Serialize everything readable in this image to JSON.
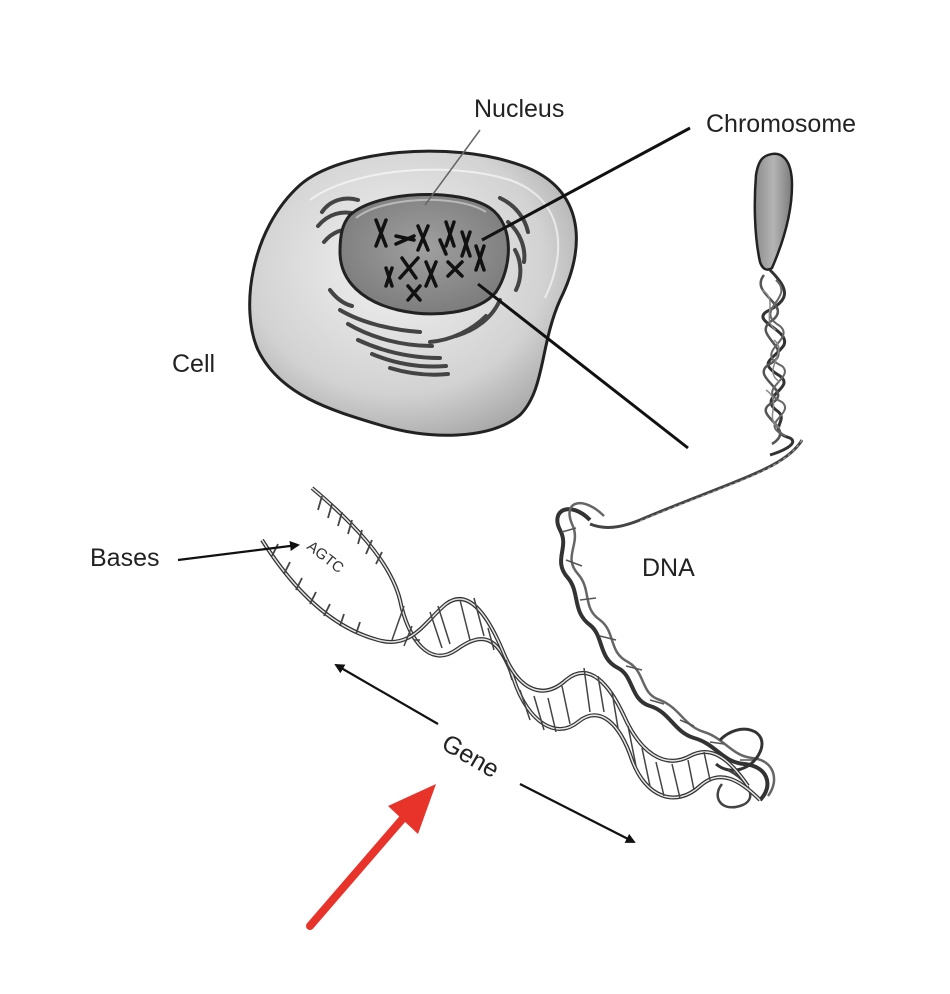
{
  "labels": {
    "nucleus": "Nucleus",
    "chromosome": "Chromosome",
    "cell": "Cell",
    "dna": "DNA",
    "bases": "Bases",
    "base_letters": "AGTC",
    "gene": "Gene"
  },
  "colors": {
    "cell_fill": "#d4d4d4",
    "nucleus_fill": "#8e8e8e",
    "outline": "#222222",
    "pointer_arrow": "#e8332a"
  }
}
